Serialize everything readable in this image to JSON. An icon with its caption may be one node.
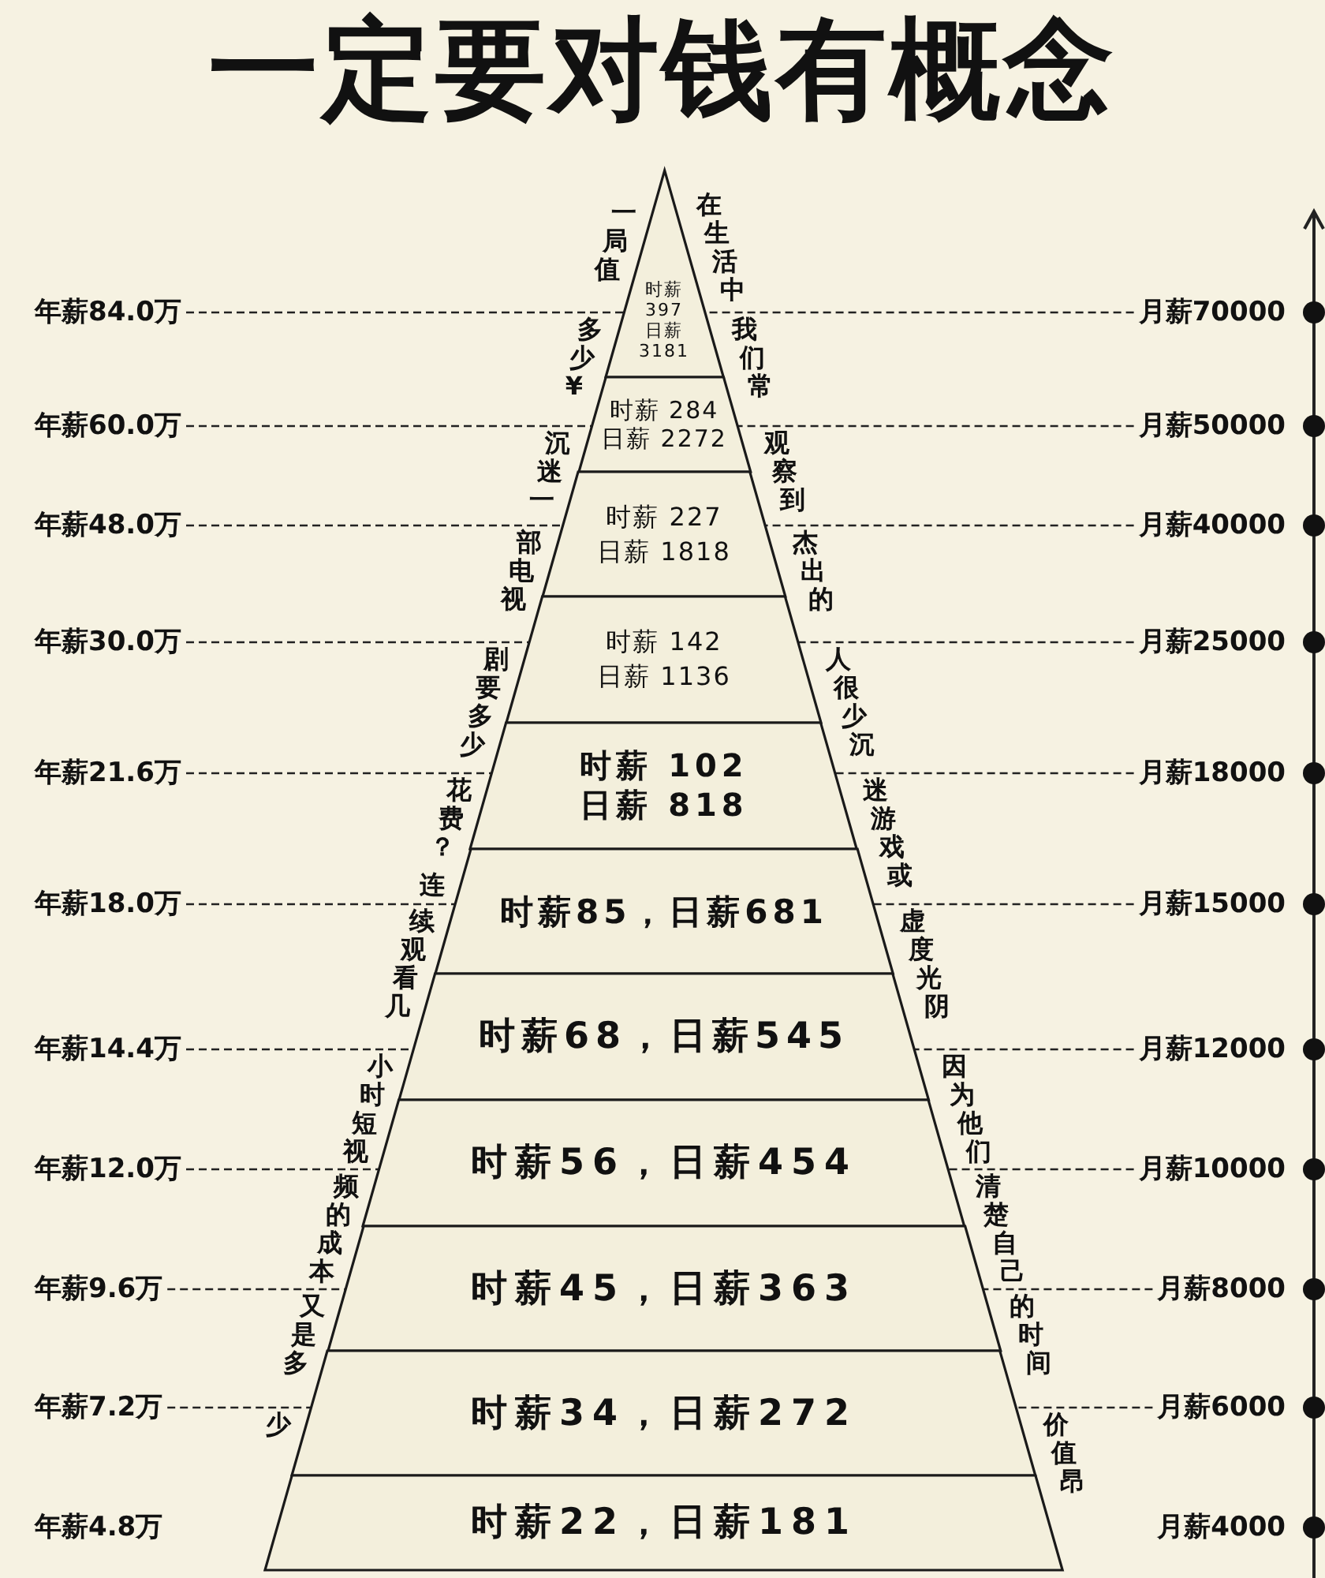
{
  "diagram": {
    "title": "一定要对钱有概念",
    "nodes": [
      {
        "text": [
          "年薪84.0万"
        ]
      },
      {
        "text": [
          "时薪 397",
          "日薪 3181"
        ]
      },
      {
        "text": [
          "月薪70000"
        ]
      },
      {
        "text": [
          "年薪60.0万"
        ]
      },
      {
        "text": [
          "时薪 284",
          "日薪 2272"
        ]
      },
      {
        "text": [
          "月薪50000"
        ]
      },
      {
        "text": [
          "年薪48.0万"
        ]
      },
      {
        "text": [
          "时薪 227",
          "日薪 1818"
        ]
      },
      {
        "text": [
          "月薪40000"
        ]
      },
      {
        "text": [
          "年薪30.0万"
        ]
      },
      {
        "text": [
          "时薪 142",
          "日薪 1136"
        ]
      },
      {
        "text": [
          "月薪25000"
        ]
      },
      {
        "text": [
          "年薪21.6万"
        ]
      },
      {
        "text": [
          "时薪 102",
          "日薪 818"
        ]
      },
      {
        "text": [
          "月薪18000"
        ]
      },
      {
        "text": [
          "年薪18.0万"
        ]
      },
      {
        "text": [
          "时薪85，日薪681"
        ]
      },
      {
        "text": [
          "月薪15000"
        ]
      },
      {
        "text": [
          "年薪14.4万"
        ]
      },
      {
        "text": [
          "时薪68，日薪545"
        ]
      },
      {
        "text": [
          "月薪12000"
        ]
      },
      {
        "text": [
          "年薪12.0万"
        ]
      },
      {
        "text": [
          "时薪56，日薪454"
        ]
      },
      {
        "text": [
          "月薪10000"
        ]
      },
      {
        "text": [
          "年薪9.6万"
        ]
      },
      {
        "text": [
          "时薪45，日薪363"
        ]
      },
      {
        "text": [
          "月薪8000"
        ]
      },
      {
        "text": [
          "年薪7.2万"
        ]
      },
      {
        "text": [
          "时薪34，日薪272"
        ]
      },
      {
        "text": [
          "月薪6000"
        ]
      },
      {
        "text": [
          "年薪4.8万"
        ]
      },
      {
        "text": [
          "时薪22，日薪181"
        ]
      },
      {
        "text": [
          "月薪4000"
        ]
      }
    ],
    "edges": [
      {
        "from": 0,
        "to": 1,
        "arrow": "none",
        "style": "dashed"
      },
      {
        "from": 2,
        "to": 1,
        "arrow": "none",
        "style": "dashed"
      },
      {
        "from": 3,
        "to": 4,
        "arrow": "none",
        "style": "dashed"
      },
      {
        "from": 5,
        "to": 4,
        "arrow": "none",
        "style": "dashed"
      },
      {
        "from": 6,
        "to": 7,
        "arrow": "none",
        "style": "dashed"
      },
      {
        "from": 8,
        "to": 7,
        "arrow": "none",
        "style": "dashed"
      },
      {
        "from": 9,
        "to": 10,
        "arrow": "none",
        "style": "dashed"
      },
      {
        "from": 11,
        "to": 10,
        "arrow": "none",
        "style": "dashed"
      },
      {
        "from": 12,
        "to": 13,
        "arrow": "none",
        "style": "dashed"
      },
      {
        "from": 14,
        "to": 13,
        "arrow": "none",
        "style": "dashed"
      },
      {
        "from": 15,
        "to": 16,
        "arrow": "none",
        "style": "dashed"
      },
      {
        "from": 17,
        "to": 16,
        "arrow": "none",
        "style": "dashed"
      },
      {
        "from": 18,
        "to": 19,
        "arrow": "none",
        "style": "dashed"
      },
      {
        "from": 20,
        "to": 19,
        "arrow": "none",
        "style": "dashed"
      },
      {
        "from": 21,
        "to": 22,
        "arrow": "none",
        "style": "dashed"
      },
      {
        "from": 23,
        "to": 22,
        "arrow": "none",
        "style": "dashed"
      },
      {
        "from": 24,
        "to": 25,
        "arrow": "none",
        "style": "dashed"
      },
      {
        "from": 26,
        "to": 25,
        "arrow": "none",
        "style": "dashed"
      },
      {
        "from": 27,
        "to": 28,
        "arrow": "none",
        "style": "dashed"
      },
      {
        "from": 29,
        "to": 28,
        "arrow": "none",
        "style": "dashed"
      }
    ],
    "labels": [
      "一局值多少¥",
      "沉迷一部电视剧要多少花费？",
      "连续观看几小时短视频的成本又是多少",
      "在生活中",
      "我们常观察到杰出的人",
      "很少沉迷游戏或虚度光阴",
      "因为他们清楚自己的时间价值昂"
    ]
  }
}
